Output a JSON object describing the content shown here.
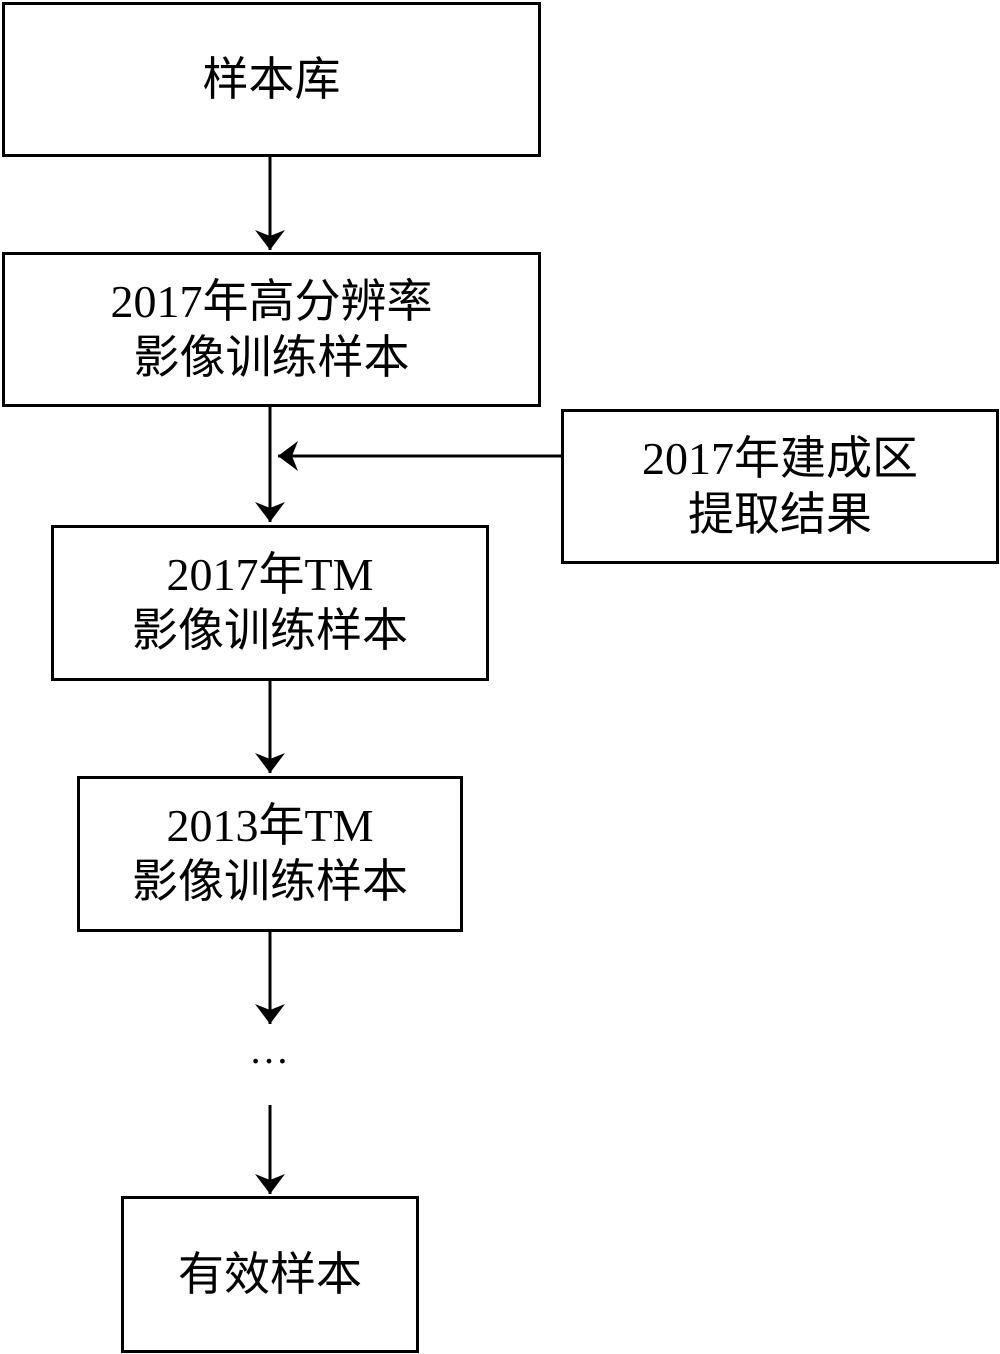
{
  "diagram": {
    "nodes": [
      {
        "id": "sample-library",
        "lines": [
          "样本库"
        ]
      },
      {
        "id": "hires-2017-training",
        "lines": [
          "2017年高分辨率",
          "影像训练样本"
        ]
      },
      {
        "id": "tm-2017-training",
        "lines": [
          "2017年TM",
          "影像训练样本"
        ]
      },
      {
        "id": "tm-2013-training",
        "lines": [
          "2013年TM",
          "影像训练样本"
        ]
      },
      {
        "id": "valid-samples",
        "lines": [
          "有效样本"
        ]
      },
      {
        "id": "builtup-2017-extraction",
        "lines": [
          "2017年建成区",
          "提取结果"
        ]
      }
    ],
    "ellipsis": "…",
    "edges": [
      {
        "from": "sample-library",
        "to": "hires-2017-training"
      },
      {
        "from": "hires-2017-training",
        "to": "tm-2017-training"
      },
      {
        "from": "builtup-2017-extraction",
        "to": "hires-2017-training→tm-2017-training"
      },
      {
        "from": "tm-2017-training",
        "to": "tm-2013-training"
      },
      {
        "from": "tm-2013-training",
        "to": "…"
      },
      {
        "from": "…",
        "to": "valid-samples"
      }
    ],
    "colors": {
      "stroke": "#000000",
      "fill": "#ffffff"
    }
  }
}
